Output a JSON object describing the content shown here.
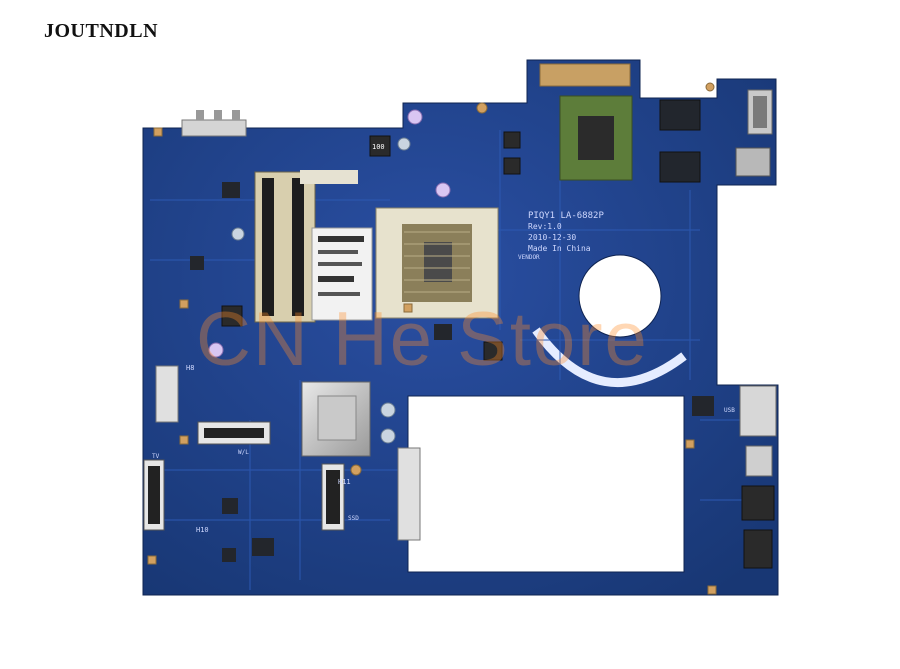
{
  "brand": {
    "name": "JOUTNDLN"
  },
  "watermark": {
    "text": "CN He Store"
  },
  "board": {
    "model": "PIQY1 LA-6882P",
    "revision": "Rev:1.0",
    "date": "2010-12-30",
    "origin": "Made In China",
    "vendor_label": "VENDOR",
    "inductor_label": "100",
    "hole_labels": {
      "h8": "H8",
      "h10": "H10",
      "h11": "H11"
    },
    "slot_labels": {
      "tv": "TV",
      "wl": "W/L",
      "ssd": "SSD",
      "usb": "USB"
    }
  },
  "colors": {
    "pcb": "#1f3f8c",
    "pcb_dark": "#16306d",
    "trace": "#2b56ad",
    "pad": "#c8a064",
    "chip": "#22262d",
    "cutout": "#ffffff"
  }
}
